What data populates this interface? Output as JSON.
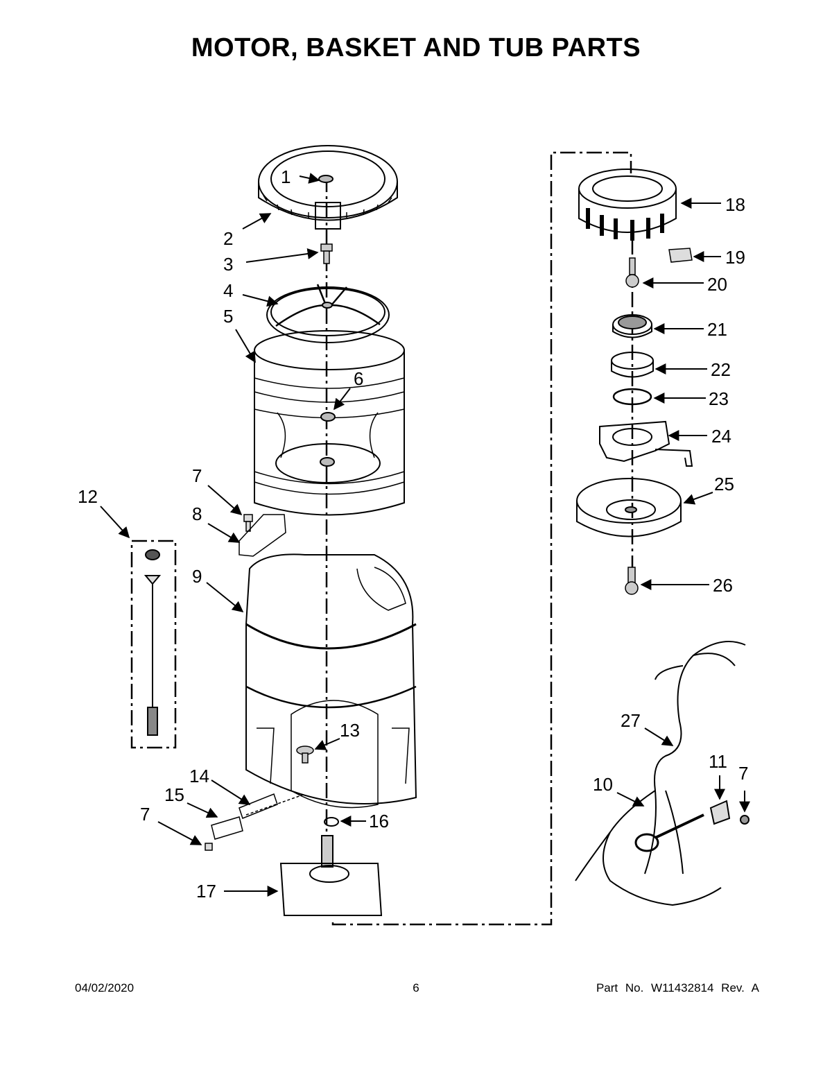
{
  "page": {
    "title": "MOTOR, BASKET AND TUB PARTS",
    "footer": {
      "date": "04/02/2020",
      "page_number": "6",
      "part_number": "Part No.  W11432814  Rev.  A"
    }
  },
  "callouts": [
    "1",
    "2",
    "3",
    "4",
    "5",
    "6",
    "7",
    "8",
    "9",
    "12",
    "13",
    "14",
    "15",
    "7",
    "16",
    "17",
    "18",
    "19",
    "20",
    "21",
    "22",
    "23",
    "24",
    "25",
    "26",
    "27",
    "11",
    "7",
    "10"
  ]
}
